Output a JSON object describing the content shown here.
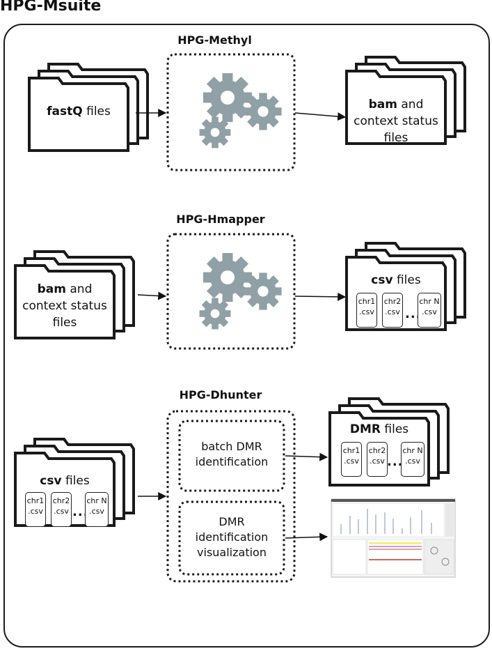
{
  "title": "HPG-Msuite",
  "stages": [
    {
      "name": "HPG-Methyl",
      "input": {
        "bold": "fastQ",
        "rest": " files"
      },
      "output": {
        "bold": "bam",
        "rest": " and",
        "line2": "context status",
        "line3": "files"
      }
    },
    {
      "name": "HPG-Hmapper",
      "input": {
        "bold": "bam",
        "rest": " and",
        "line2": "context status",
        "line3": "files"
      },
      "output": {
        "bold": "csv",
        "rest": " files",
        "files": [
          "chr1\n.csv",
          "chr2\n.csv",
          "chr N\n.csv"
        ],
        "ellipsis": "..."
      }
    },
    {
      "name": "HPG-Dhunter",
      "input": {
        "bold": "csv",
        "rest": " files",
        "files": [
          "chr1\n.csv",
          "chr2\n.csv",
          "chr N\n.csv"
        ],
        "ellipsis": "..."
      },
      "processes": [
        {
          "line1": "batch DMR",
          "line2": "identification"
        },
        {
          "line1": "DMR",
          "line2": "identification",
          "line3": "visualization"
        }
      ],
      "output": {
        "bold": "DMR",
        "rest": " files",
        "files": [
          "chr1\n.csv",
          "chr2\n.csv",
          "chr N\n.csv"
        ],
        "ellipsis": "..."
      }
    }
  ],
  "colors": {
    "gear": "#8fa0a6",
    "stroke": "#1a1a1a"
  },
  "icons": [
    "gears-icon",
    "folder-stack-icon",
    "screenshot-thumbnail"
  ]
}
